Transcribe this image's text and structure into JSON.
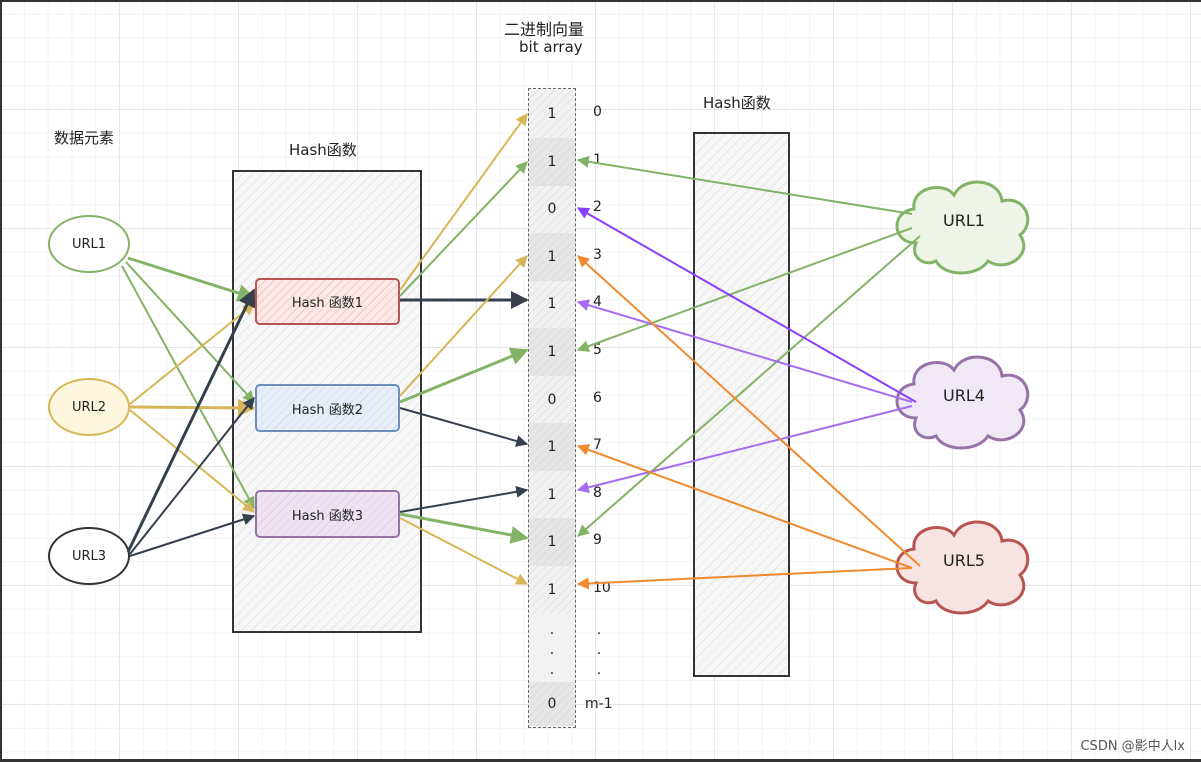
{
  "labels": {
    "bit_array_cn": "二进制向量",
    "bit_array_en": "bit array",
    "data_elements": "数据元素",
    "hash_left": "Hash函数",
    "hash_right": "Hash函数"
  },
  "hash_functions": [
    "Hash 函数1",
    "Hash 函数2",
    "Hash 函数3"
  ],
  "left_urls": [
    "URL1",
    "URL2",
    "URL3"
  ],
  "right_urls": [
    "URL1",
    "URL4",
    "URL5"
  ],
  "bits": [
    {
      "value": "1",
      "index": "0"
    },
    {
      "value": "1",
      "index": "1"
    },
    {
      "value": "0",
      "index": "2"
    },
    {
      "value": "1",
      "index": "3"
    },
    {
      "value": "1",
      "index": "4"
    },
    {
      "value": "1",
      "index": "5"
    },
    {
      "value": "0",
      "index": "6"
    },
    {
      "value": "1",
      "index": "7"
    },
    {
      "value": "1",
      "index": "8"
    },
    {
      "value": "1",
      "index": "9"
    },
    {
      "value": "1",
      "index": "10"
    }
  ],
  "ellipsis": ".",
  "last_bit": {
    "value": "0",
    "index": "m-1"
  },
  "watermark": "CSDN @影中人lx",
  "colors": {
    "green": "#82b366",
    "yellow": "#d6b656",
    "dark": "#36404d",
    "purple_a": "#8a3ffc",
    "purple_b": "#a66cf0",
    "orange": "#f08a2e",
    "red": "#b85450",
    "blue": "#6c8ebf",
    "violet": "#9673a6"
  }
}
